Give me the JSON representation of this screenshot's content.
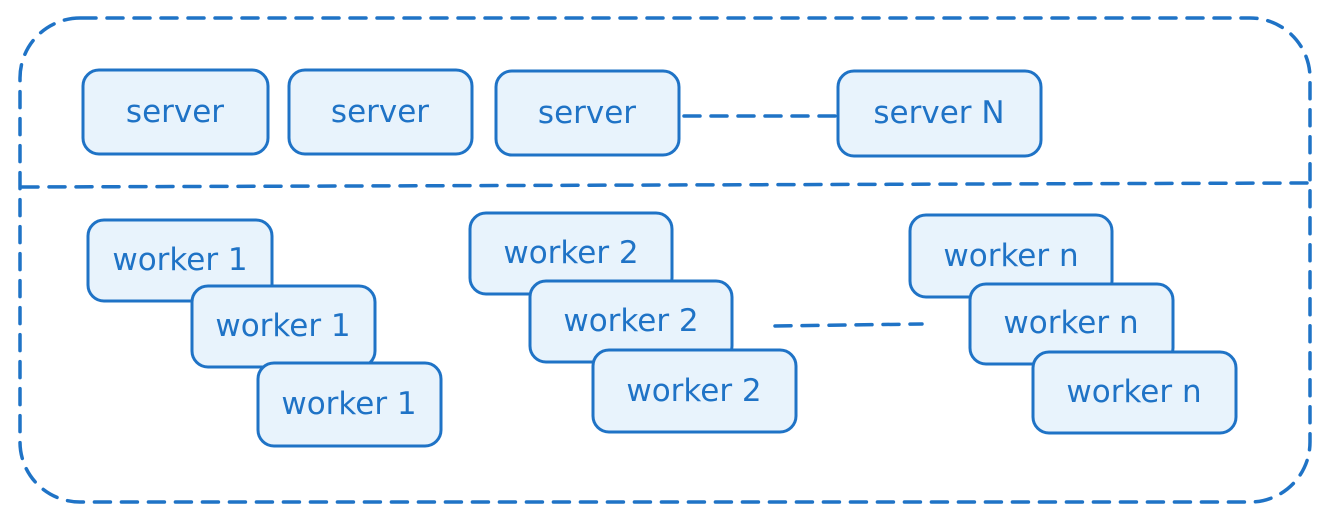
{
  "colors": {
    "stroke": "#1f73c6",
    "node_fill": "#e8f3fc",
    "text": "#1f73c6",
    "background": "#ffffff"
  },
  "servers": [
    {
      "label": "server"
    },
    {
      "label": "server"
    },
    {
      "label": "server"
    },
    {
      "label": "server N"
    }
  ],
  "worker_groups": [
    {
      "labels": [
        "worker 1",
        "worker 1",
        "worker 1"
      ]
    },
    {
      "labels": [
        "worker 2",
        "worker 2",
        "worker 2"
      ]
    },
    {
      "labels": [
        "worker n",
        "worker n",
        "worker n"
      ]
    }
  ]
}
